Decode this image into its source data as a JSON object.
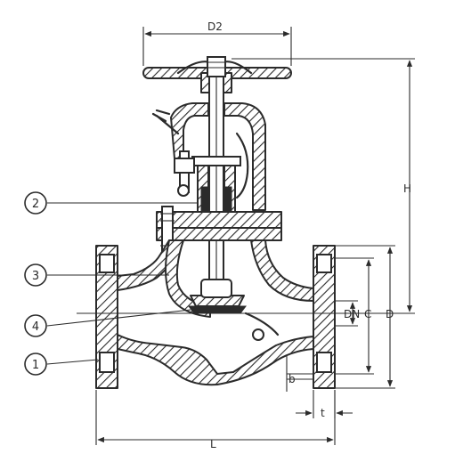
{
  "diagram": {
    "balloons": [
      "2",
      "3",
      "4",
      "1"
    ],
    "dimensions": {
      "d2": "D2",
      "h": "H",
      "dn": "DN",
      "c": "C",
      "d": "D",
      "l": "L",
      "t": "t",
      "b": "b"
    }
  }
}
